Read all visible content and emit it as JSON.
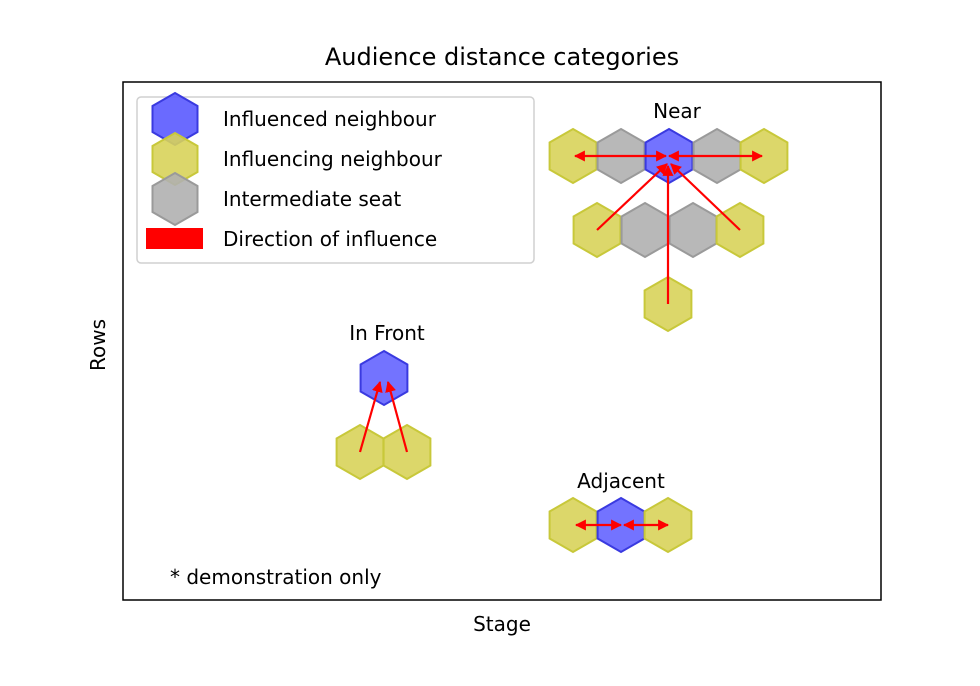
{
  "title": "Audience distance categories",
  "xlabel": "Stage",
  "ylabel": "Rows",
  "note": "* demonstration only",
  "legend": {
    "placement": "top-left",
    "items": [
      {
        "label": "Influenced neighbour",
        "kind": "hex",
        "color": "#5a5aff",
        "edge": "#3a3ae0"
      },
      {
        "label": "Influencing neighbour",
        "kind": "hex",
        "color": "#d8d35a",
        "edge": "#c8c83a"
      },
      {
        "label": "Intermediate seat",
        "kind": "hex",
        "color": "#b0b0b0",
        "edge": "#9a9a9a"
      },
      {
        "label": "Direction of influence",
        "kind": "bar",
        "color": "#ff0000"
      }
    ]
  },
  "colors": {
    "influenced": "#6464ff",
    "influencing": "#d8d35a",
    "intermediate": "#b0b0b0",
    "arrow": "#ff0000"
  },
  "groups": [
    {
      "label": "Near"
    },
    {
      "label": "In Front"
    },
    {
      "label": "Adjacent"
    }
  ]
}
